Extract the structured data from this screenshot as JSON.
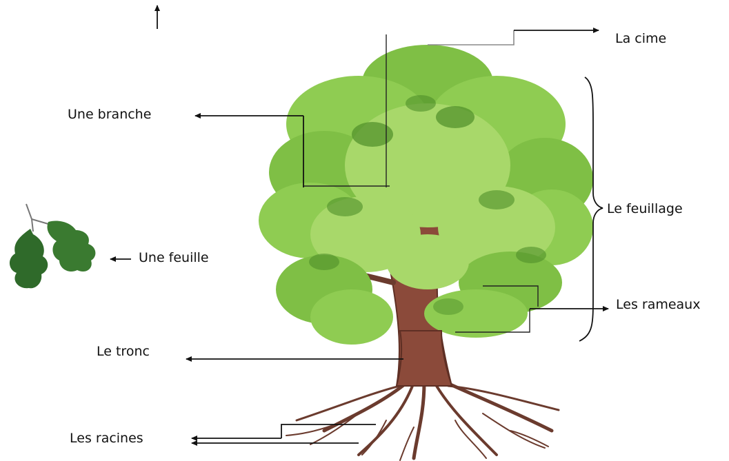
{
  "labels": {
    "cime": "La cime",
    "branche": "Une branche",
    "feuille": "Une feuille",
    "feuillage": "Le feuillage",
    "rameaux": "Les rameaux",
    "tronc": "Le tronc",
    "racines": "Les racines"
  },
  "colors": {
    "foliage_light": "#a8d86a",
    "foliage_mid": "#7fbf45",
    "foliage_dark": "#4f8f2a",
    "trunk": "#8b4a3a",
    "trunk_dark": "#5e2f24",
    "roots": "#6b3b2e",
    "leaf": "#2f6a2a",
    "ink": "#111111"
  }
}
